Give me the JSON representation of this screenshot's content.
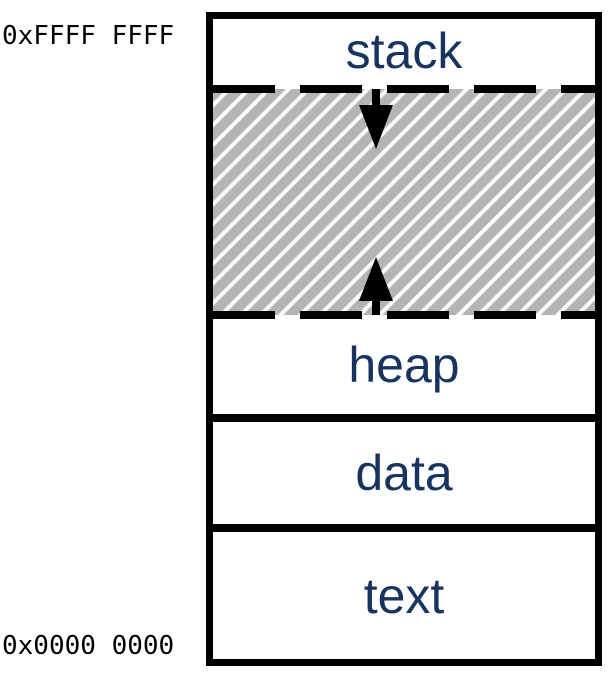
{
  "diagram": {
    "type": "process-memory-layout",
    "address_top": "0xFFFF FFFF",
    "address_bottom": "0x0000 0000",
    "segments": [
      {
        "id": "stack",
        "label": "stack"
      },
      {
        "id": "heap",
        "label": "heap"
      },
      {
        "id": "data",
        "label": "data"
      },
      {
        "id": "text",
        "label": "text"
      }
    ],
    "free_region": {
      "style": "diagonal-hatch",
      "arrows": [
        {
          "name": "stack-growth",
          "direction": "down"
        },
        {
          "name": "heap-growth",
          "direction": "up"
        }
      ]
    },
    "colors": {
      "segment_label": "#17335f",
      "border": "#000000",
      "hatch_stripe": "#b4b4b4",
      "background": "#ffffff"
    }
  }
}
